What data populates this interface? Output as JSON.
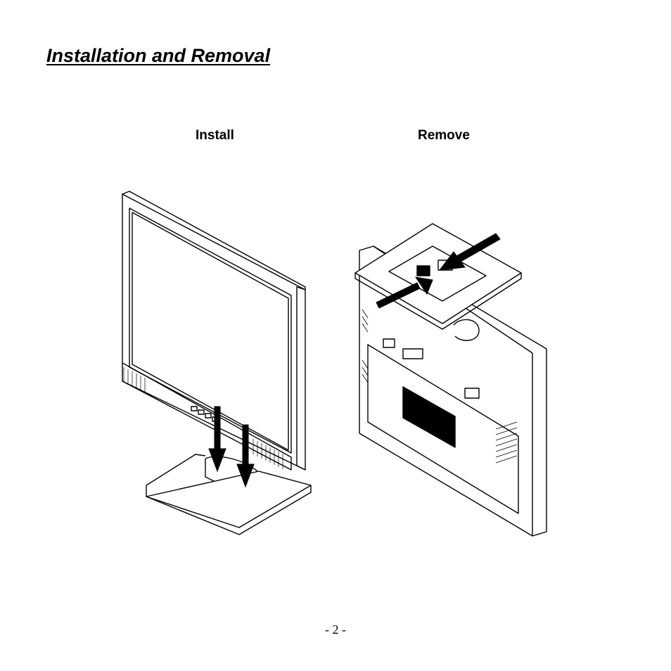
{
  "page": {
    "title": "Installation and Removal",
    "page_number": "- 2 -"
  },
  "figures": {
    "install": {
      "label": "Install",
      "icon": "monitor-front-stand-install-illustration"
    },
    "remove": {
      "label": "Remove",
      "icon": "monitor-back-stand-remove-illustration"
    }
  },
  "colors": {
    "ink": "#000000",
    "paper": "#ffffff"
  }
}
